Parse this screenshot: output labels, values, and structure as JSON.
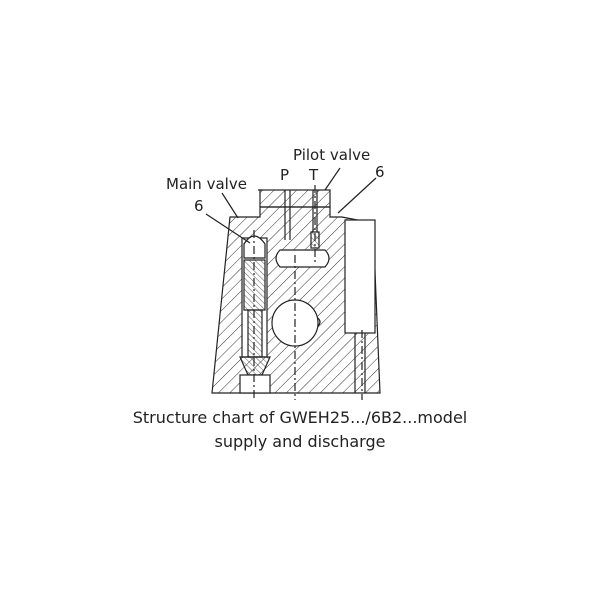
{
  "labels": {
    "pilot_valve": "Pilot valve",
    "port_p": "P",
    "port_t": "T",
    "pilot_ref": "6",
    "main_valve": "Main valve",
    "main_ref": "6"
  },
  "caption": {
    "line1": "Structure chart of GWEH25.../6B2...model",
    "line2": "supply and discharge"
  }
}
